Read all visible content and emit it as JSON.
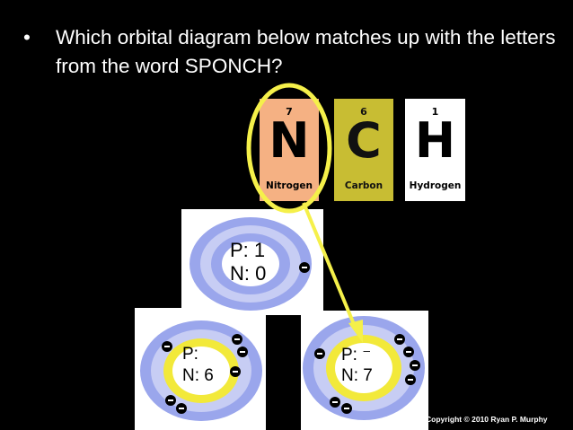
{
  "bullet": {
    "marker": "•",
    "text": "Which orbital diagram below matches up with the letters from the word SPONCH?"
  },
  "elements": [
    {
      "number": "7",
      "symbol": "N",
      "name": "Nitrogen",
      "color": "#f5b183"
    },
    {
      "number": "6",
      "symbol": "C",
      "name": "Carbon",
      "color": "#c8bd33"
    },
    {
      "number": "1",
      "symbol": "H",
      "name": "Hydrogen",
      "color": "#ffffff"
    }
  ],
  "atoms": {
    "top": {
      "p": "P: 1",
      "n": "N: 0"
    },
    "left": {
      "p": "P:",
      "n": "N: 6"
    },
    "right": {
      "p": "P: ⁻",
      "n": "N: 7"
    }
  },
  "electron_symbol": "−",
  "copyright": "Copyright © 2010 Ryan P. Murphy",
  "colors": {
    "highlight": "#f5f04a",
    "orbit": "#9aa6ec",
    "nucleus": "#f2e93a",
    "ring": "#c7cdf4"
  }
}
